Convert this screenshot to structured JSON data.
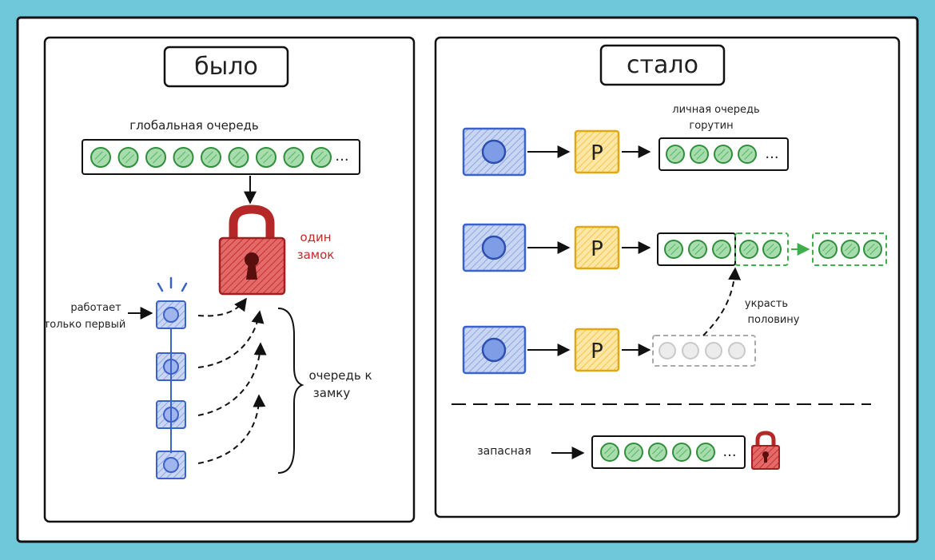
{
  "before": {
    "title": "было",
    "global_queue_label": "глобальная очередь",
    "ellipsis": "...",
    "lock_label_line1": "один",
    "lock_label_line2": "замок",
    "only_first_line1": "работает",
    "only_first_line2": "только первый",
    "waiting_line1": "очередь к",
    "waiting_line2": "замку"
  },
  "after": {
    "title": "стало",
    "p_label": "P",
    "local_queue_line1": "личная очередь",
    "local_queue_line2": "горутин",
    "ellipsis": "...",
    "steal_line1": "украсть",
    "steal_line2": "половину",
    "spare_label": "запасная"
  },
  "colors": {
    "background": "#6fc7da",
    "goroutine": "#3fae4c",
    "thread": "#3b62c8",
    "processor": "#f5c23c",
    "lock": "#c62828"
  }
}
